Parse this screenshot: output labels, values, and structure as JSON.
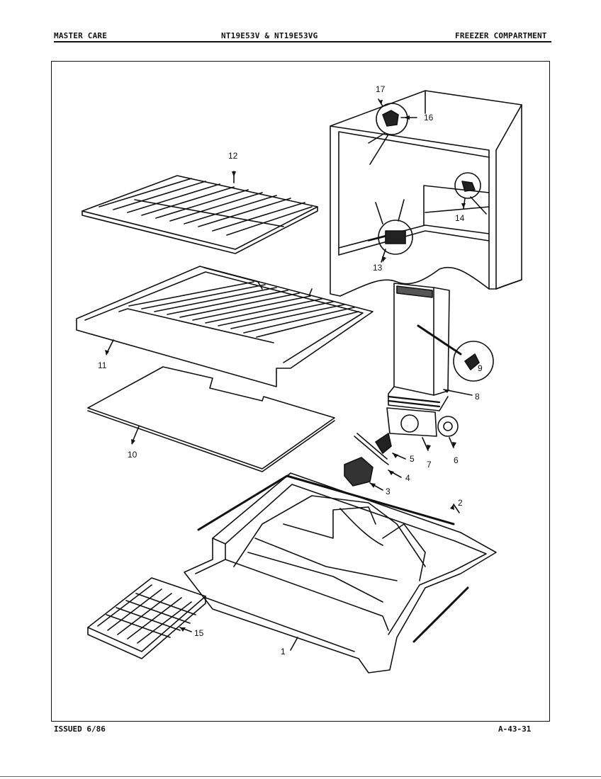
{
  "header": {
    "left": "MASTER CARE",
    "center": "NT19E53V & NT19E53VG",
    "right": "FREEZER COMPARTMENT"
  },
  "footer": {
    "left": "ISSUED 6/86",
    "right": "A-43-31"
  },
  "callouts": {
    "c1": "1",
    "c2": "2",
    "c3": "3",
    "c4": "4",
    "c5": "5",
    "c6": "6",
    "c7": "7",
    "c8": "8",
    "c9": "9",
    "c10": "10",
    "c11": "11",
    "c12": "12",
    "c13": "13",
    "c14": "14",
    "c15": "15",
    "c16": "16",
    "c17": "17"
  }
}
